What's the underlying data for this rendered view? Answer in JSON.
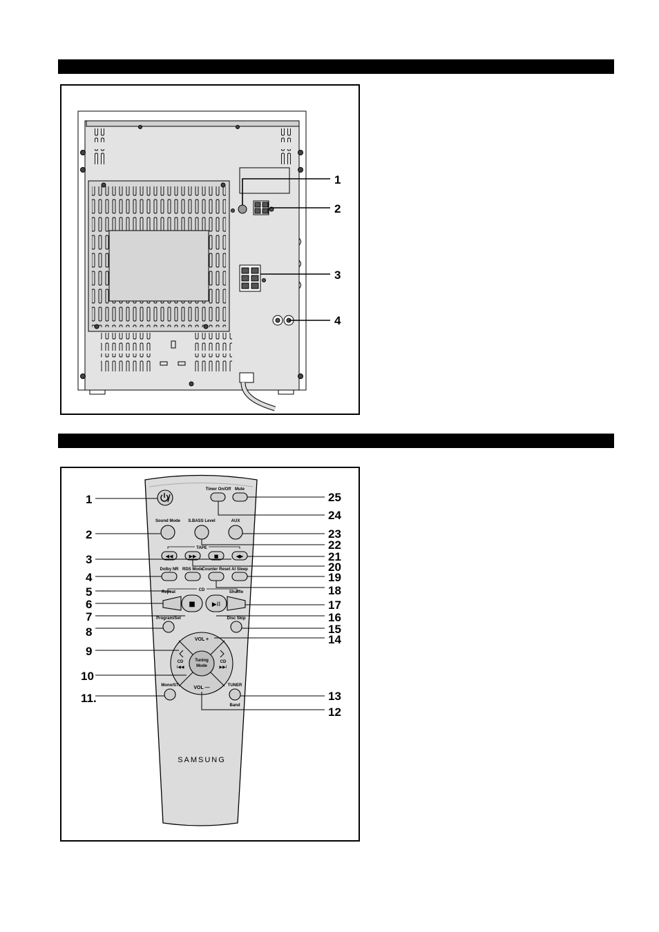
{
  "rear_panel": {
    "callouts": [
      "1",
      "2",
      "3",
      "4"
    ]
  },
  "remote": {
    "brand": "SAMSUNG",
    "button_labels": {
      "timer": "Timer On/Off",
      "mute": "Mute",
      "sound_mode": "Sound Mode",
      "sbass": "S.BASS Level",
      "aux": "AUX",
      "tape": "TAPE",
      "dolby": "Dolby NR",
      "rdsmode": "RDS Mode",
      "counter": "Counter Reset",
      "aisleep": "AI Sleep",
      "cd": "CD",
      "repeat": "Repeat",
      "shuffle": "Shuffle",
      "program": "Program/Set",
      "discskip": "Disc Skip",
      "vol_up": "VOL +",
      "vol_down": "VOL —",
      "tuning1": "Tuning",
      "tuning2": "Mode",
      "cd_left": "CD",
      "cd_right": "CD",
      "mono": "Mono/ST",
      "tuner": "TUNER",
      "band": "Band"
    },
    "callouts_left": [
      "1",
      "2",
      "3",
      "4",
      "5",
      "6",
      "7",
      "8",
      "9",
      "10",
      "11."
    ],
    "callouts_right": [
      "25",
      "24",
      "23",
      "22",
      "21",
      "20",
      "19",
      "18",
      "17",
      "16",
      "15",
      "14",
      "13",
      "12"
    ]
  }
}
